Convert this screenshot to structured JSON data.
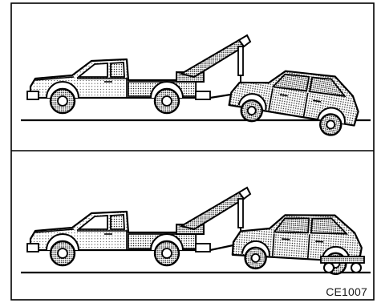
{
  "figure": {
    "code": "CE1007",
    "panels": [
      {
        "id": "top",
        "method": "towing-wrecker-front-wheels-lifted"
      },
      {
        "id": "bottom",
        "method": "towing-wrecker-with-dolly"
      }
    ]
  }
}
